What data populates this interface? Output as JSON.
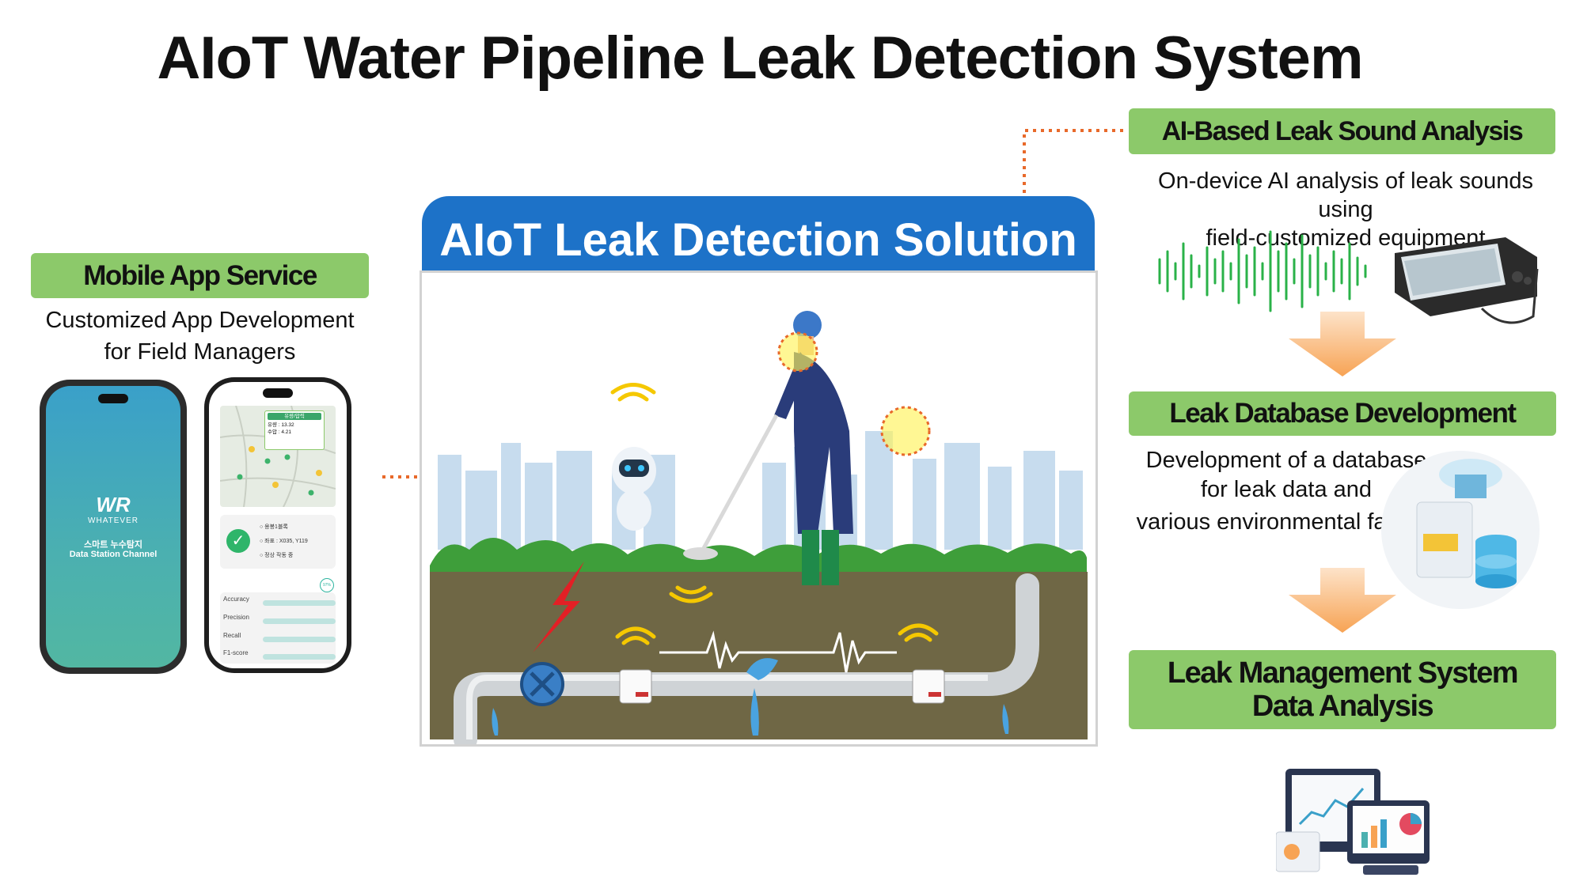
{
  "title": "AIoT Water Pipeline Leak Detection System",
  "mobile": {
    "label": "Mobile App Service",
    "desc_line1": "Customized App Development",
    "desc_line2": "for Field Managers",
    "phone1": {
      "logo": "WR",
      "brand": "WHATEVER",
      "line1": "스마트 누수탐지",
      "line2": "Data Station Channel"
    },
    "phone2": {
      "popup_title": "유량/압력",
      "popup_flow": "유량 : 13.32",
      "popup_pressure": "수압 : 4.21",
      "info1": "○ 용봉1블록",
      "info2": "○ 좌표 : X035, Y119",
      "info3": "○ 정상 작동 중",
      "percent": "97%",
      "metrics": [
        "Accuracy",
        "Precision",
        "Recall",
        "F1-score"
      ]
    }
  },
  "solution": {
    "header": "AIoT Leak Detection Solution"
  },
  "ai_sound": {
    "label": "AI-Based Leak Sound Analysis",
    "desc_line1": "On-device AI analysis of leak sounds using",
    "desc_line2": "field-customized equipment"
  },
  "database": {
    "label": "Leak Database Development",
    "desc_line1": "Development of a database",
    "desc_line2": "for leak data and",
    "desc_line3": "various environmental factors"
  },
  "management": {
    "label_line1": "Leak Management System",
    "label_line2": "Data Analysis"
  },
  "colors": {
    "accent_green": "#8cc96a",
    "accent_blue": "#1d72c8",
    "dotted_orange": "#e8692a",
    "arrow_orange": "#f7a354"
  }
}
